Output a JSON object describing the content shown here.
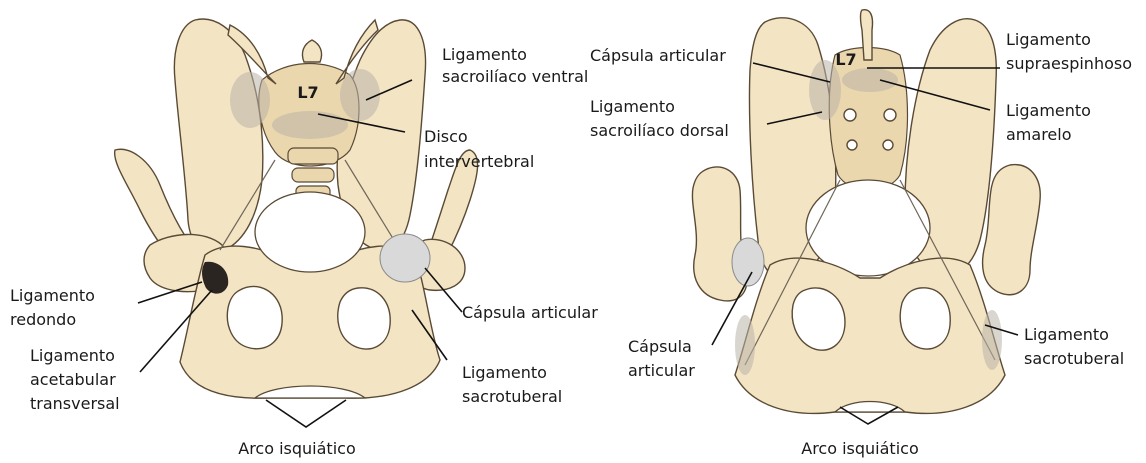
{
  "ventral_view": {
    "vertebra_label": "L7",
    "labels": {
      "sacroiliac_ventral_1": "Ligamento",
      "sacroiliac_ventral_2": "sacroilíaco ventral",
      "disc_1": "Disco",
      "disc_2": "intervertebral",
      "round_1": "Ligamento",
      "round_2": "redondo",
      "acetabular_1": "Ligamento",
      "acetabular_2": "acetabular",
      "acetabular_3": "transversal",
      "capsule": "Cápsula articular",
      "sacrotuberal_1": "Ligamento",
      "sacrotuberal_2": "sacrotuberal",
      "arch": "Arco isquiático"
    }
  },
  "dorsal_view": {
    "vertebra_label": "L7",
    "labels": {
      "capsule_top": "Cápsula articular",
      "sacroiliac_dorsal_1": "Ligamento",
      "sacroiliac_dorsal_2": "sacroilíaco dorsal",
      "supraspinous_1": "Ligamento",
      "supraspinous_2": "supraespinhoso",
      "yellow_1": "Ligamento",
      "yellow_2": "amarelo",
      "capsule_1": "Cápsula",
      "capsule_2": "articular",
      "sacrotuberal_1": "Ligamento",
      "sacrotuberal_2": "sacrotuberal",
      "arch": "Arco isquiático"
    }
  },
  "colors": {
    "bone": "#f3e4c3",
    "ligament": "#b9b3a8",
    "capsule": "#d9d9d9",
    "text": "#1a1a1a"
  }
}
